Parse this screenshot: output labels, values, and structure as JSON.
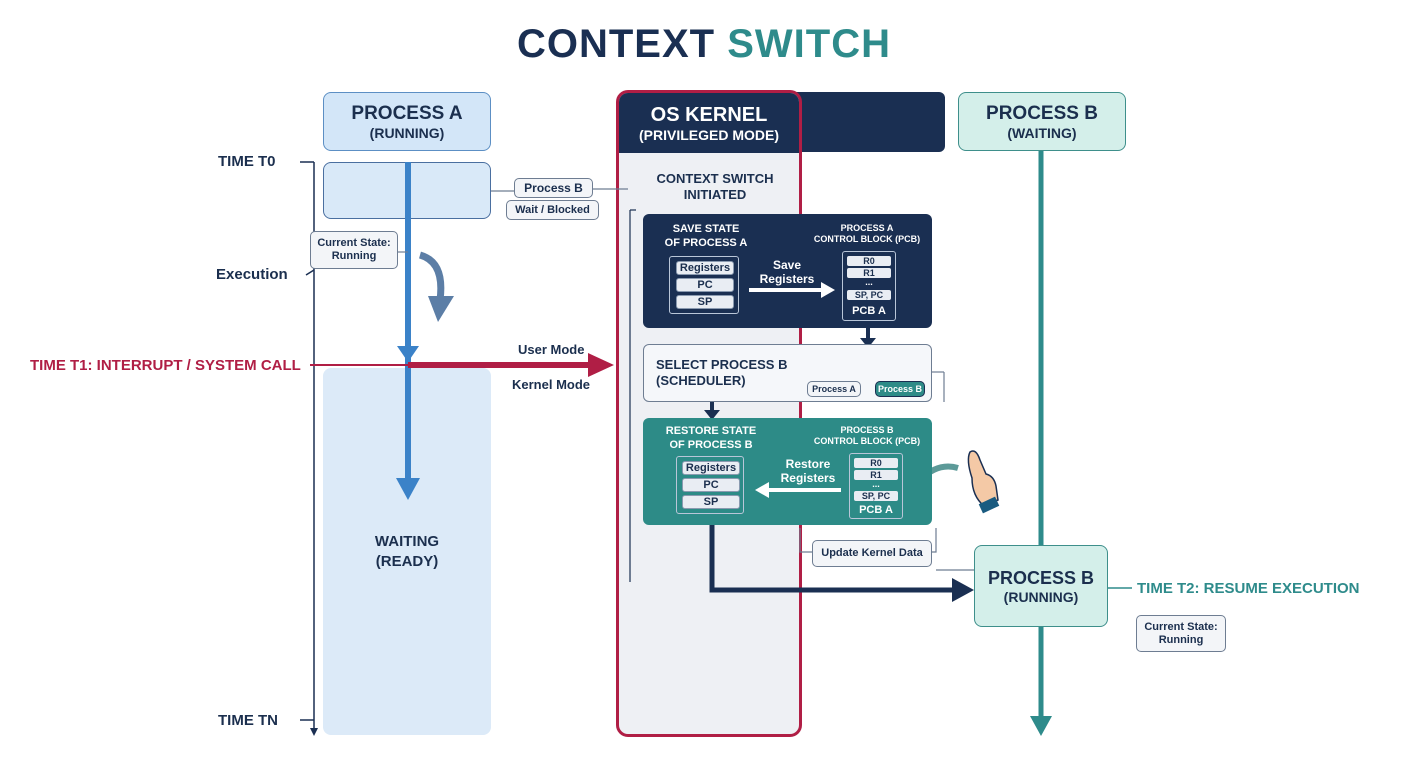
{
  "title": {
    "word1": "CONTEXT",
    "word2": "SWITCH"
  },
  "process_a": {
    "name": "PROCESS A",
    "state": "(RUNNING)",
    "current_state": {
      "label": "Current State:",
      "value": "Running"
    },
    "waiting": {
      "line1": "WAITING",
      "line2": "(READY)"
    }
  },
  "process_b": {
    "name": "PROCESS B",
    "state": "(WAITING)",
    "tag": {
      "name": "Process B",
      "status": "Wait / Blocked"
    },
    "resumed": {
      "name": "PROCESS B",
      "state": "(RUNNING)"
    },
    "current_state": {
      "label": "Current State:",
      "value": "Running"
    }
  },
  "timeline": {
    "t0": "TIME T0",
    "execution": "Execution",
    "t1": "TIME T1: INTERRUPT / SYSTEM CALL",
    "tn": "TIME TN",
    "t2": "TIME T2: RESUME EXECUTION",
    "user_mode": "User Mode",
    "kernel_mode": "Kernel Mode"
  },
  "kernel": {
    "name": "OS KERNEL",
    "mode": "(PRIVILEGED MODE)",
    "initiated": {
      "line1": "CONTEXT SWITCH",
      "line2": "INITIATED"
    },
    "save": {
      "title1": "SAVE STATE",
      "title2": "OF PROCESS A",
      "pcb_title1": "PROCESS A",
      "pcb_title2": "CONTROL BLOCK (PCB)",
      "registers": [
        "Registers",
        "PC",
        "SP"
      ],
      "action1": "Save",
      "action2": "Registers",
      "pcb_rows": [
        "R0",
        "R1",
        "...",
        "SP, PC"
      ],
      "pcb_name": "PCB A"
    },
    "select": {
      "title1": "SELECT PROCESS B",
      "title2": "(SCHEDULER)",
      "option_a": "Process A",
      "option_b": "Process B"
    },
    "restore": {
      "title1": "RESTORE STATE",
      "title2": "OF PROCESS B",
      "pcb_title1": "PROCESS B",
      "pcb_title2": "CONTROL BLOCK (PCB)",
      "registers": [
        "Registers",
        "PC",
        "SP"
      ],
      "action1": "Restore",
      "action2": "Registers",
      "pcb_rows": [
        "R0",
        "R1",
        "...",
        "SP, PC"
      ],
      "pcb_name": "PCB A"
    },
    "update": "Update Kernel Data"
  },
  "colors": {
    "navy": "#1a2f52",
    "teal": "#2e8b8b",
    "red": "#b01e45",
    "blue": "#3b82c8"
  },
  "icons": [
    "curved-arrow-icon",
    "hand-pointer-icon"
  ]
}
